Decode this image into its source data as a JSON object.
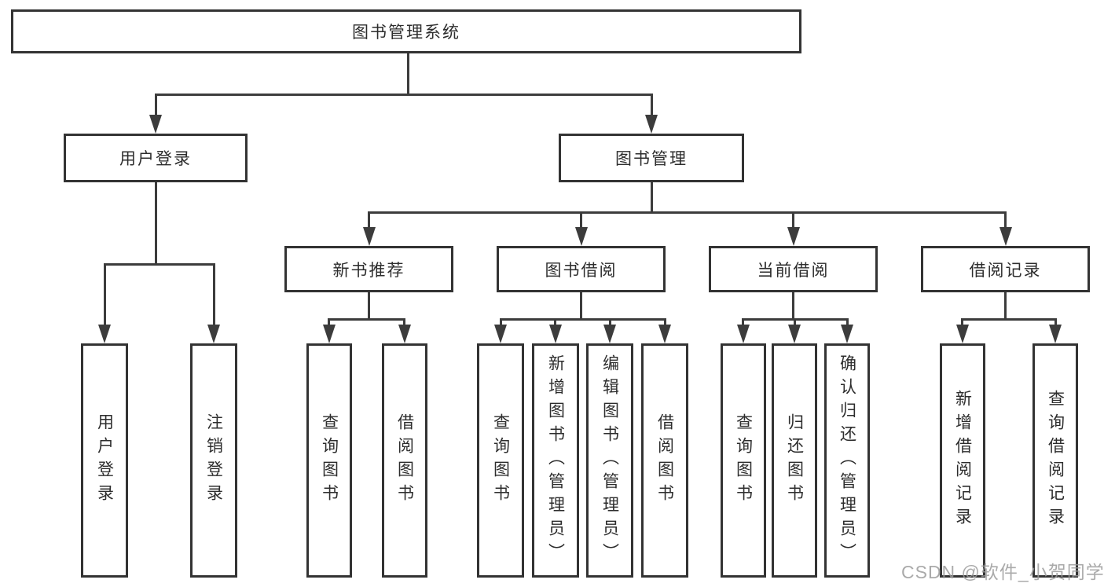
{
  "watermark": "CSDN @软件_小贺同学",
  "colors": {
    "line": "#3c3c3c",
    "box_border": "#333333",
    "text": "#2d2d2d",
    "watermark_text": "#9b9b9b",
    "background": "#ffffff"
  },
  "nodes": {
    "root": {
      "label": "图书管理系统"
    },
    "user_login": {
      "label": "用户登录",
      "children": [
        {
          "label": "用户登录"
        },
        {
          "label": "注销登录"
        }
      ]
    },
    "book_management": {
      "label": "图书管理",
      "children": [
        {
          "label": "新书推荐",
          "children": [
            {
              "label": "查询图书"
            },
            {
              "label": "借阅图书"
            }
          ]
        },
        {
          "label": "图书借阅",
          "children": [
            {
              "label": "查询图书"
            },
            {
              "label": "新增图书（管理员）"
            },
            {
              "label": "编辑图书（管理员）"
            },
            {
              "label": "借阅图书"
            }
          ]
        },
        {
          "label": "当前借阅",
          "children": [
            {
              "label": "查询图书"
            },
            {
              "label": "归还图书"
            },
            {
              "label": "确认归还（管理员）"
            }
          ]
        },
        {
          "label": "借阅记录",
          "children": [
            {
              "label": "新增借阅记录"
            },
            {
              "label": "查询借阅记录"
            }
          ]
        }
      ]
    }
  }
}
